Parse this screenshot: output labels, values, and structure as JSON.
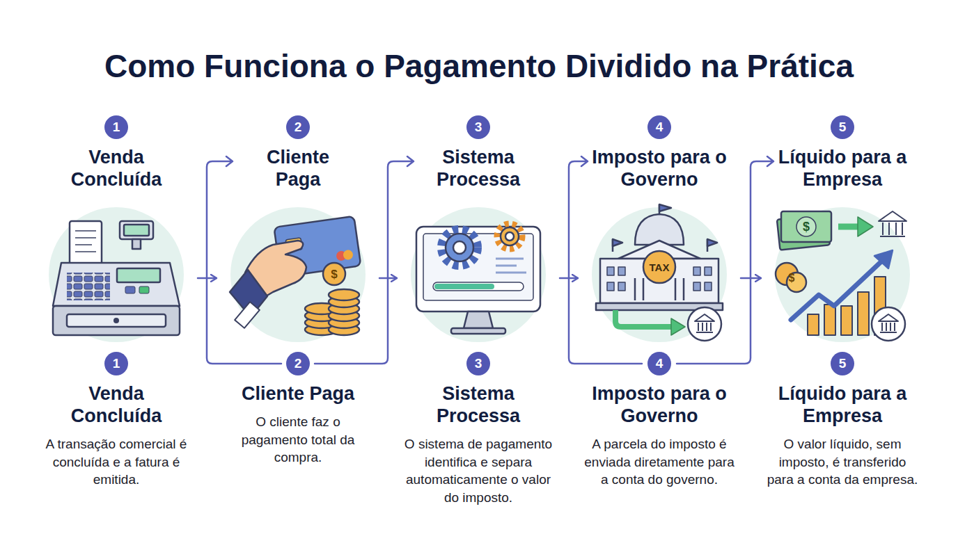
{
  "diagram": {
    "title": "Como Funciona o Pagamento Dividido na Prática",
    "nodes": [
      {
        "text": [
          "1",
          "Venda Concluída",
          "1",
          "Venda Concluída",
          "A transação comercial é concluída e a fatura é emitida."
        ]
      },
      {
        "text": [
          "2",
          "Cliente Paga",
          "2",
          "Cliente Paga",
          "O cliente faz o pagamento total da compra."
        ]
      },
      {
        "text": [
          "3",
          "Sistema Processa",
          "3",
          "Sistema Processa",
          "O sistema de pagamento identifica e separa automaticamente o valor do imposto."
        ]
      },
      {
        "text": [
          "4",
          "Imposto para o Governo",
          "4",
          "Imposto para o Governo",
          "A parcela do imposto é enviada diretamente para a conta do governo."
        ]
      },
      {
        "text": [
          "5",
          "Líquido para a Empresa",
          "5",
          "Líquido para a Empresa",
          "O valor líquido, sem imposto, é transferido para a conta da empresa."
        ]
      }
    ],
    "edges": [
      {
        "from": 0,
        "to": 1,
        "arrow": "to"
      },
      {
        "from": 1,
        "to": 2,
        "arrow": "to"
      },
      {
        "from": 2,
        "to": 3,
        "arrow": "to"
      },
      {
        "from": 3,
        "to": 4,
        "arrow": "to"
      }
    ],
    "labels": [
      "TAX",
      "$",
      "$",
      "$"
    ]
  }
}
